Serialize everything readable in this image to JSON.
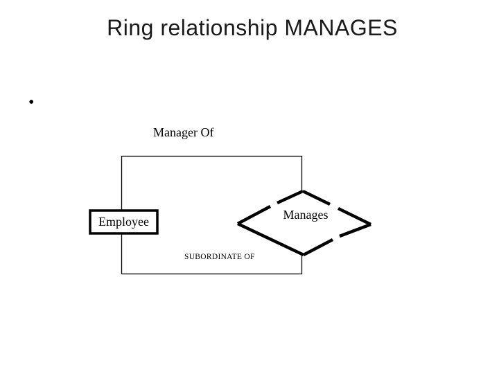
{
  "slide": {
    "title": "Ring relationship MANAGES",
    "bullet": "•"
  },
  "diagram": {
    "top_role_label": "Manager Of",
    "entity_label": "Employee",
    "relationship_label": "Manages",
    "bottom_role_label": "SUBORDINATE OF"
  },
  "colors": {
    "background": "#ffffff",
    "ink": "#000000",
    "title_ink": "#1a1a1a"
  }
}
